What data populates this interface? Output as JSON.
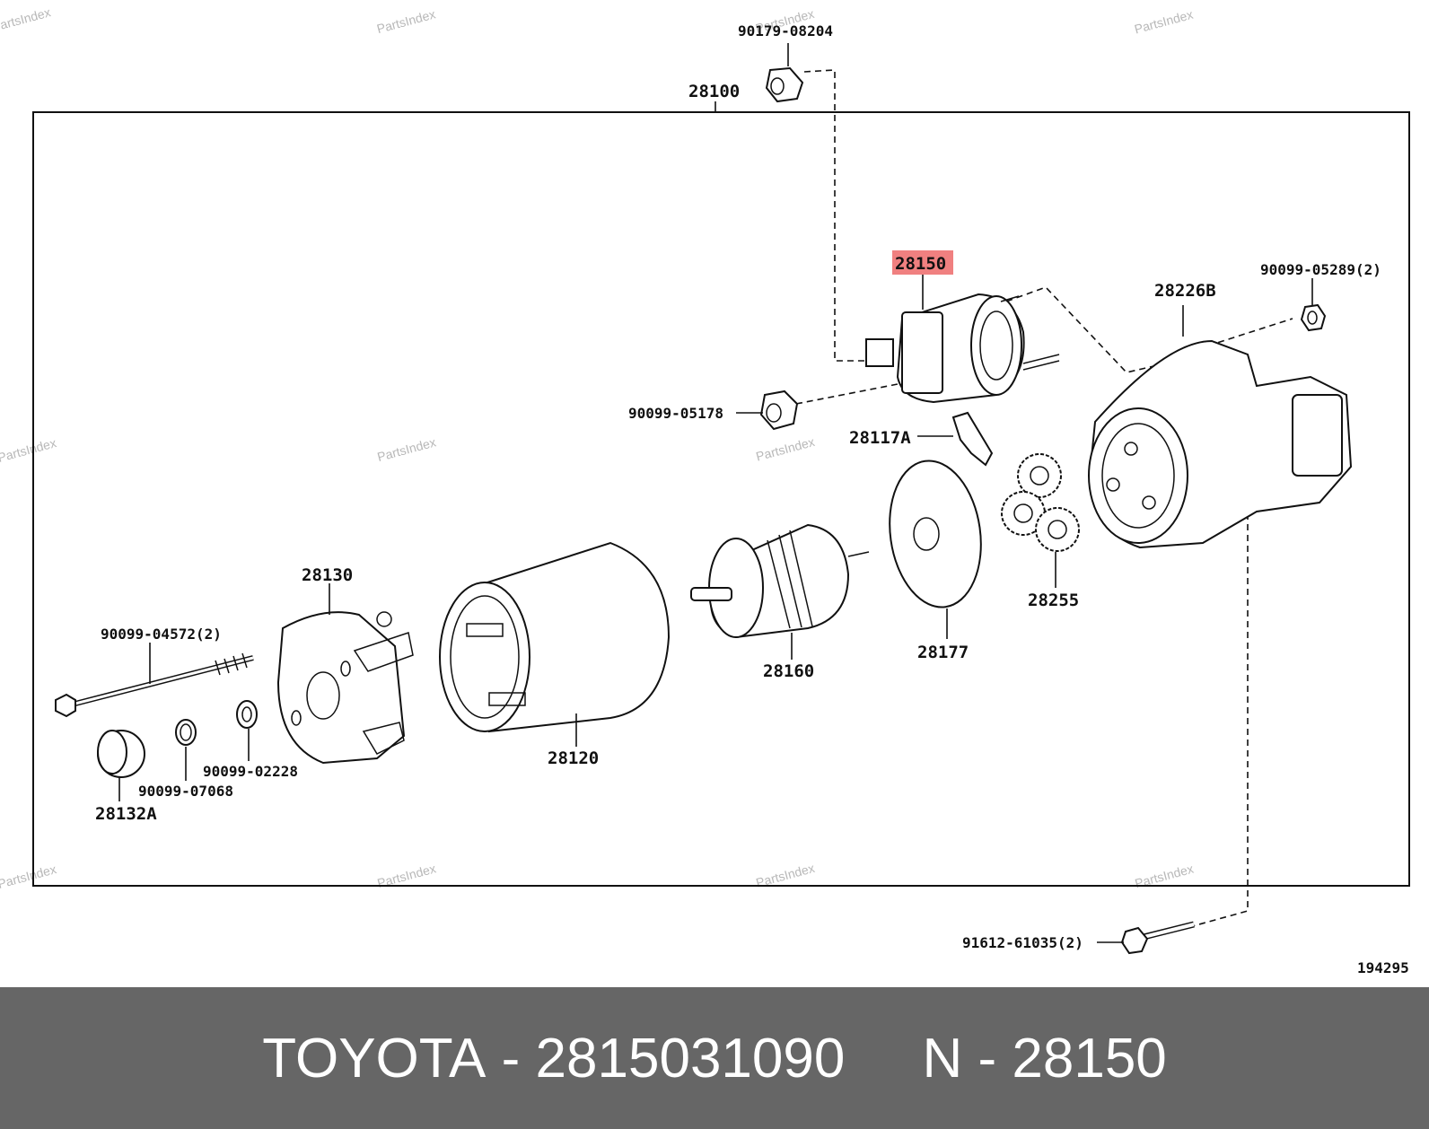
{
  "diagram": {
    "drawing_number": "194295",
    "watermark": "PartsIndex",
    "highlight_color": "#f08080",
    "labels": {
      "p90179_08204": "90179-08204",
      "p28100": "28100",
      "p28150": "28150",
      "p28226b": "28226B",
      "p90099_05289": "90099-05289(2)",
      "p90099_05178": "90099-05178",
      "p28117a": "28117A",
      "p28130": "28130",
      "p90099_04572": "90099-04572(2)",
      "p28160": "28160",
      "p28177": "28177",
      "p28255": "28255",
      "p28120": "28120",
      "p90099_02228": "90099-02228",
      "p90099_07068": "90099-07068",
      "p28132a": "28132A",
      "p91612_61035": "91612-61035(2)"
    }
  },
  "footer": {
    "brand": "TOYOTA",
    "part_number": "2815031090",
    "ref": "N - 28150",
    "separator": "-"
  }
}
